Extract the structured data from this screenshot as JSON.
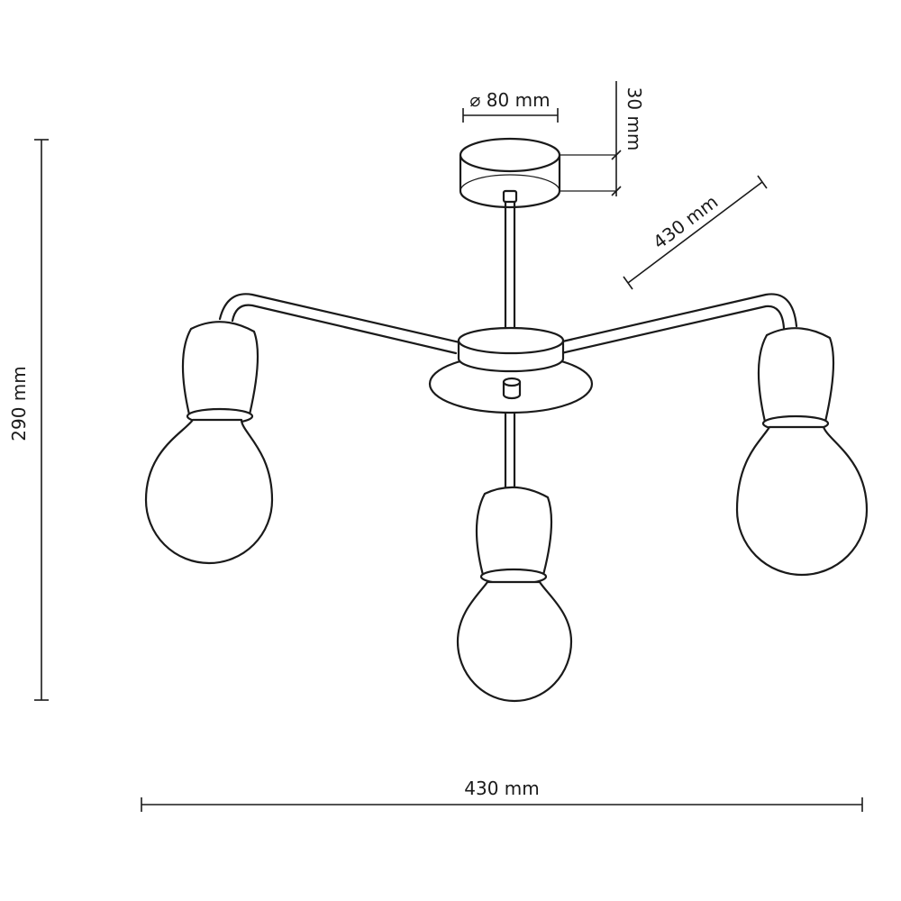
{
  "dimensions": {
    "canopy_diameter": "⌀ 80 mm",
    "canopy_height": "30 mm",
    "arm_span": "430 mm",
    "total_height": "290 mm",
    "total_width": "430 mm"
  },
  "fixture": {
    "arm_count": 3,
    "bulb_count": 3
  },
  "colors": {
    "line": "#1a1a1a",
    "background": "#ffffff"
  }
}
